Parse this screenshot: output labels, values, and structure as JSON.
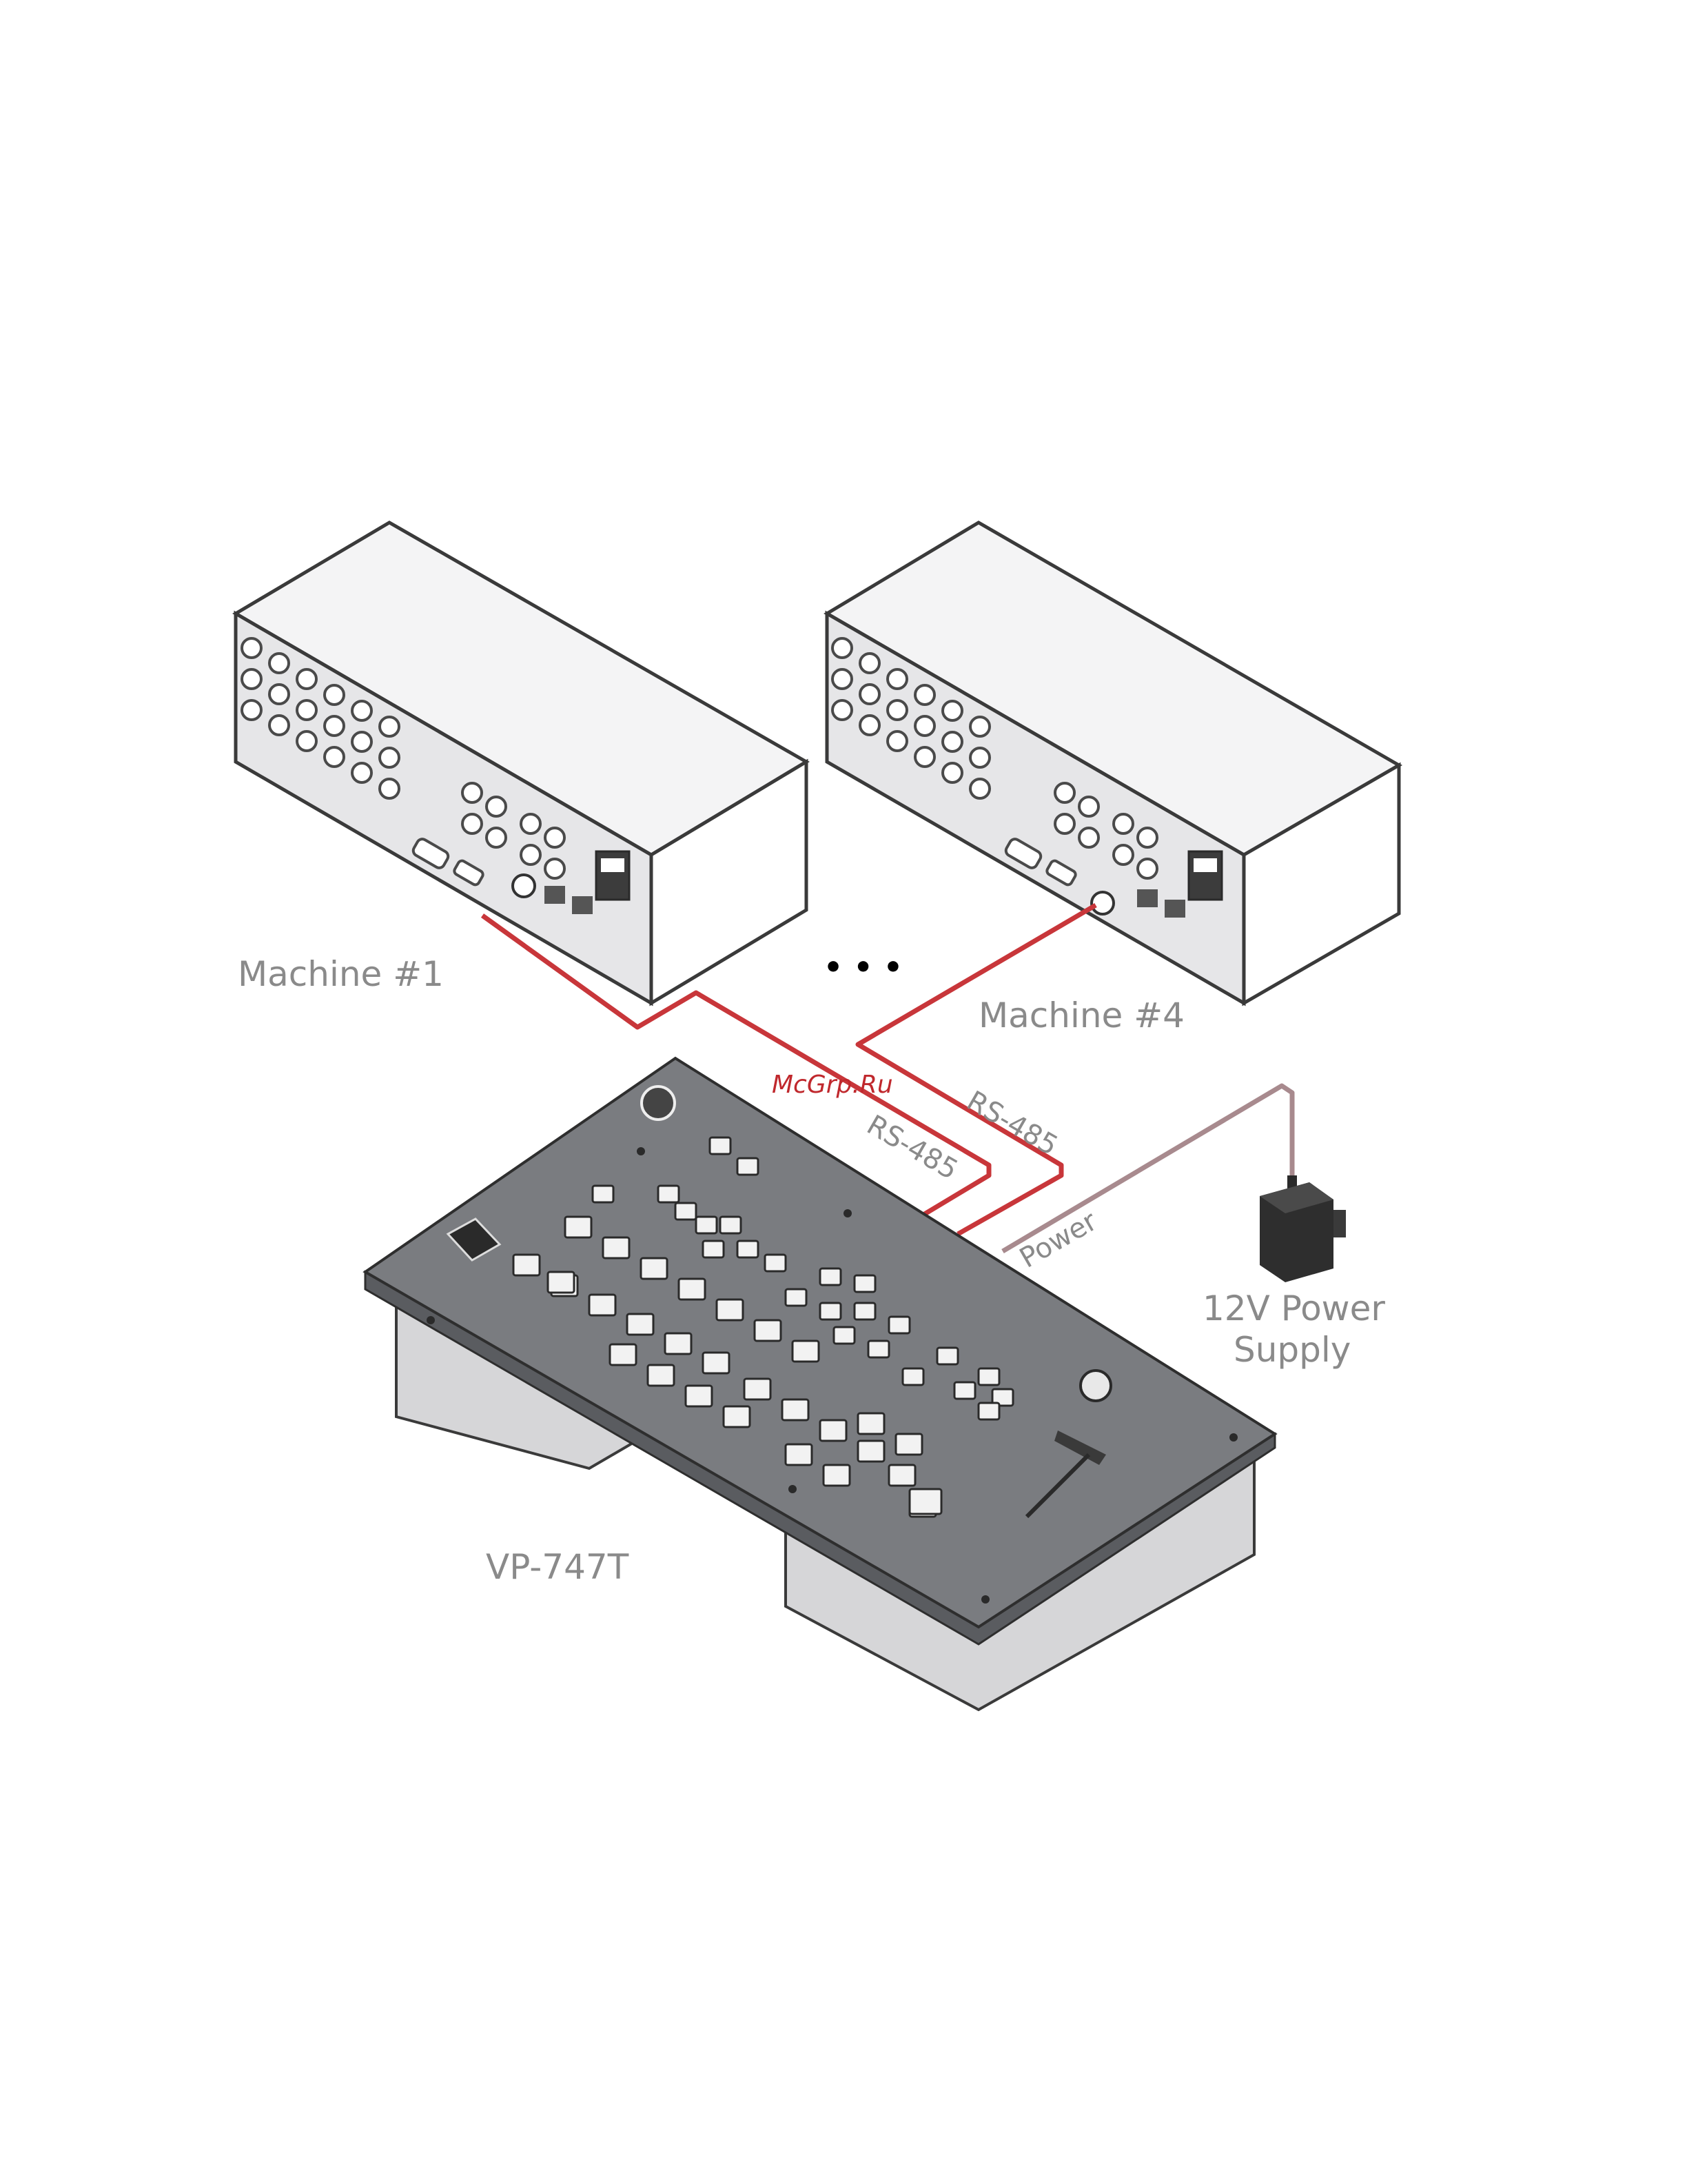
{
  "watermark": "McGrp.Ru",
  "labels": {
    "machine_1": "Machine #1",
    "machine_4": "Machine #4",
    "ellipsis": "• • •",
    "rs485_a": "RS-485",
    "rs485_b": "RS-485",
    "power": "Power",
    "psu_line1": "12V Power",
    "psu_line2": "Supply",
    "controller": "VP-747T"
  },
  "colors": {
    "rs485_cable": "#c8363a",
    "power_cable": "#a88a8e",
    "label_text": "#8a8a8a",
    "panel": "#7a7c80",
    "machine_body": "#e8e8ea"
  }
}
